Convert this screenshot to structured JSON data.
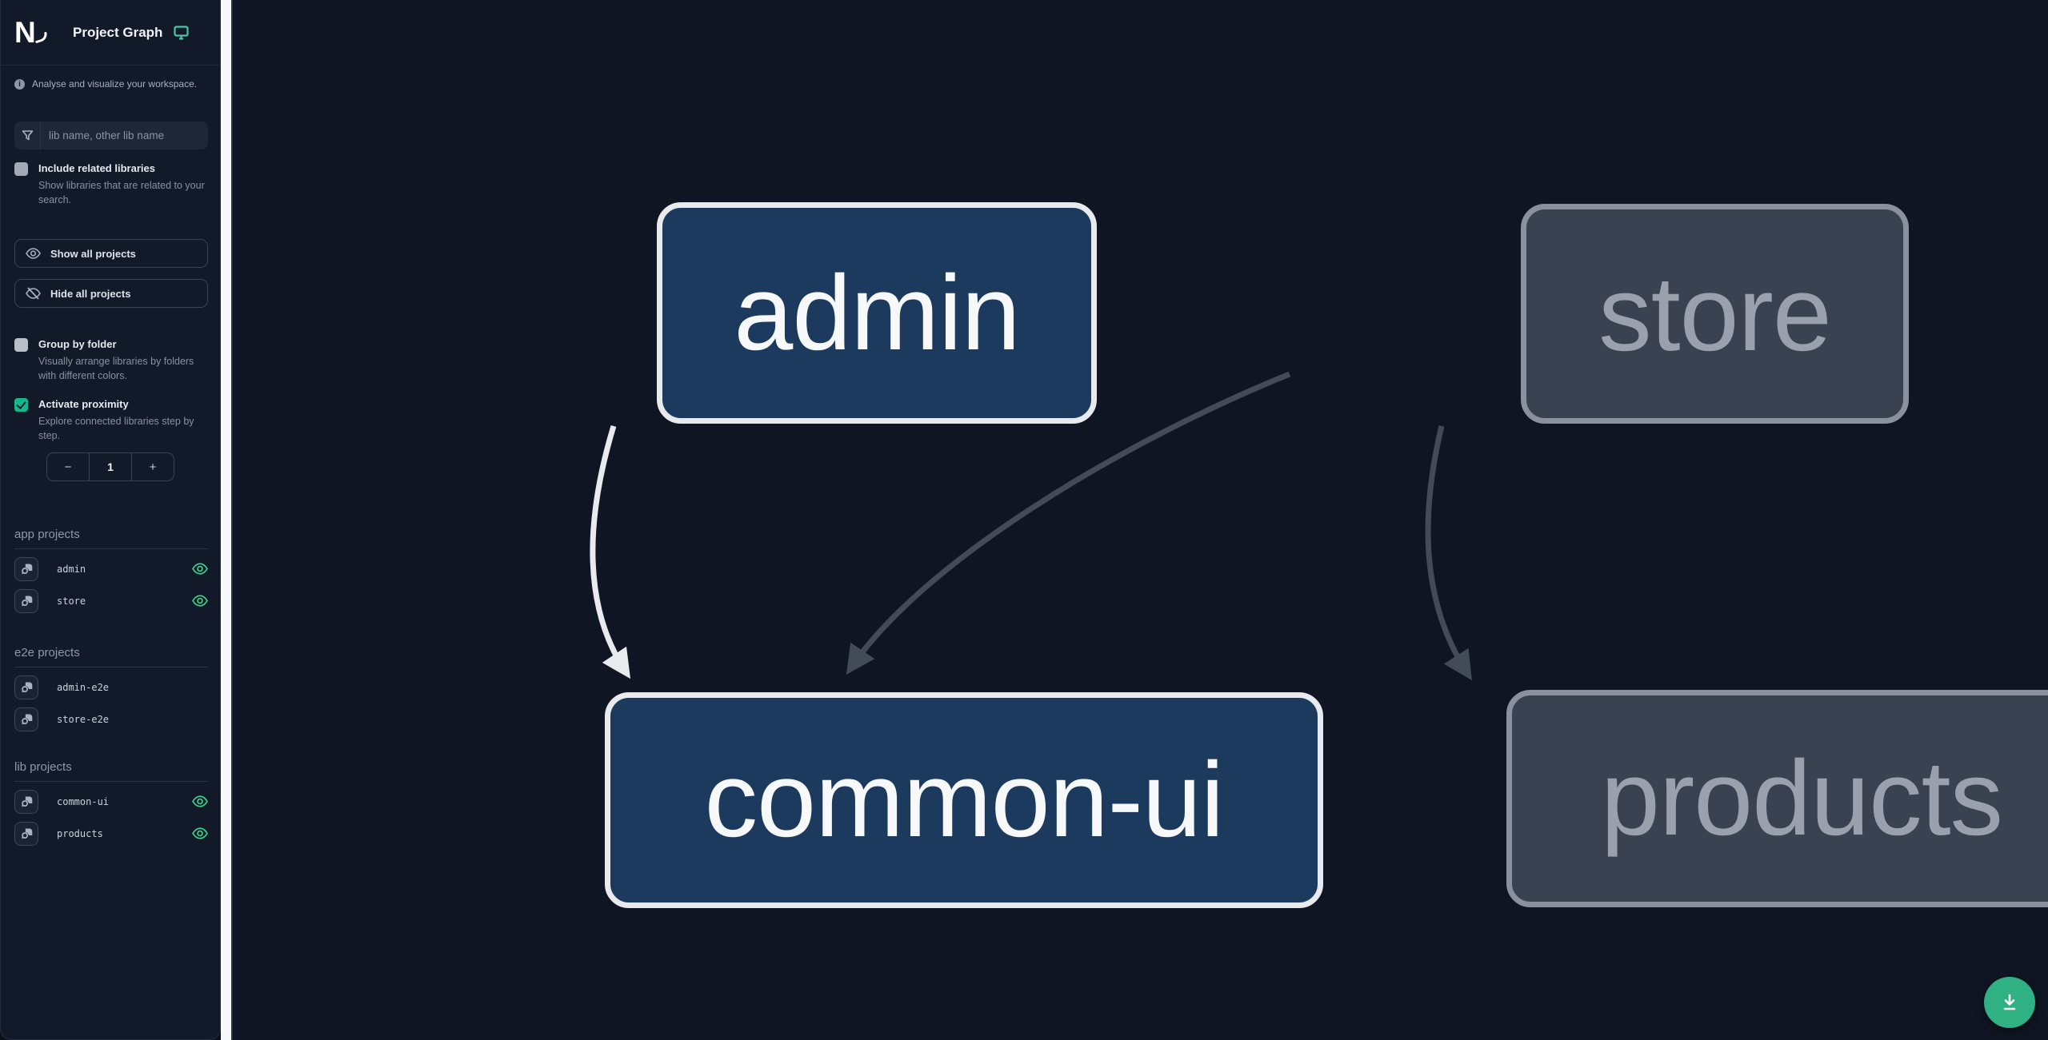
{
  "app": {
    "title": "Project Graph",
    "tagline": "Analyse and visualize your workspace."
  },
  "search": {
    "placeholder": "lib name, other lib name"
  },
  "filters": {
    "include_related": {
      "label": "Include related libraries",
      "description": "Show libraries that are related to your search.",
      "checked": false
    },
    "show_all_label": "Show all projects",
    "hide_all_label": "Hide all projects",
    "group_by_folder": {
      "label": "Group by folder",
      "description": "Visually arrange libraries by folders with different colors.",
      "checked": false
    },
    "activate_proximity": {
      "label": "Activate proximity",
      "description": "Explore connected libraries step by step.",
      "checked": true
    },
    "proximity_stepper": {
      "decrement": "−",
      "value": "1",
      "increment": "+"
    }
  },
  "sections": [
    {
      "title": "app projects",
      "items": [
        {
          "name": "admin",
          "visible": true
        },
        {
          "name": "store",
          "visible": true
        }
      ]
    },
    {
      "title": "e2e projects",
      "items": [
        {
          "name": "admin-e2e",
          "visible": false
        },
        {
          "name": "store-e2e",
          "visible": false
        }
      ]
    },
    {
      "title": "lib projects",
      "items": [
        {
          "name": "common-ui",
          "visible": true
        },
        {
          "name": "products",
          "visible": true
        }
      ]
    }
  ],
  "graph": {
    "nodes": [
      {
        "id": "admin",
        "label": "admin",
        "state": "focused"
      },
      {
        "id": "store",
        "label": "store",
        "state": "unfocused"
      },
      {
        "id": "common-ui",
        "label": "common-ui",
        "state": "focused"
      },
      {
        "id": "products",
        "label": "products",
        "state": "unfocused"
      }
    ],
    "edges": [
      {
        "source": "admin",
        "target": "common-ui",
        "highlighted": true
      },
      {
        "source": "store",
        "target": "common-ui",
        "highlighted": false
      },
      {
        "source": "store",
        "target": "products",
        "highlighted": false
      }
    ]
  },
  "fab": {
    "icon": "download-icon"
  },
  "colors": {
    "sidebar_bg": "#121928",
    "canvas_bg": "#101523",
    "divider": "#f7f8f9",
    "accent_green": "#2fb183",
    "eye_green": "#3dd68c",
    "monitor_teal": "#49c4a4",
    "checkbox_checked": "#14b98b",
    "focused_node_fill": "#1b3a5e",
    "focused_node_border": "#e8eaee",
    "unfocused_node_fill": "#3a4150",
    "unfocused_node_border": "#8a919d",
    "edge_highlight": "#e8eaee",
    "edge_default": "#434b59"
  }
}
